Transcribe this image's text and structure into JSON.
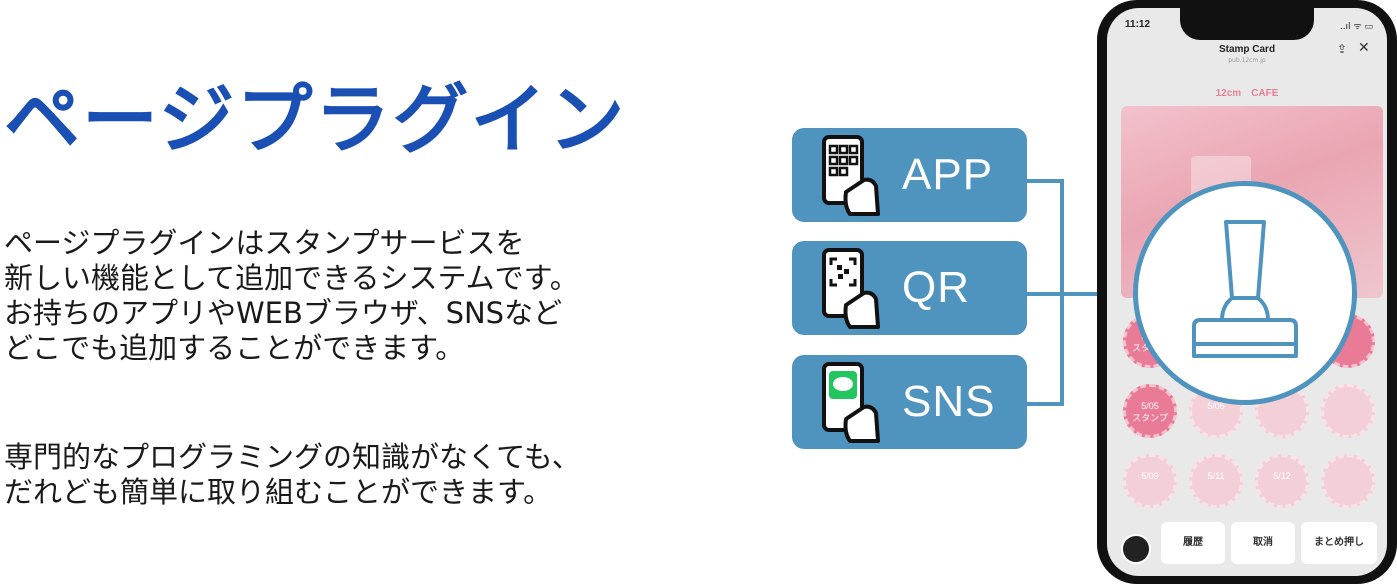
{
  "heading": "ページプラグイン",
  "description": {
    "paragraph1": [
      "ページプラグインはスタンプサービスを",
      "新しい機能として追加できるシステムです。",
      "お持ちのアプリやWEBブラウザ、SNSなど",
      "どこでも追加することができます。"
    ],
    "paragraph2": [
      "専門的なプログラミングの知識がなくても、",
      "だれども簡単に取り組むことができます。"
    ]
  },
  "channels": [
    {
      "label": "APP",
      "icon": "app-grid-phone-icon"
    },
    {
      "label": "QR",
      "icon": "qr-phone-icon"
    },
    {
      "label": "SNS",
      "icon": "chat-phone-icon"
    }
  ],
  "phone": {
    "time": "11:12",
    "status_icons": "..ıl ᯤ ▭",
    "title": "Stamp Card",
    "url": "pub.12cm.jp",
    "shop_name": "12cm　CAFE",
    "stamps": [
      {
        "date": "5/05",
        "text": "スタンプ",
        "state": "stamped"
      },
      {
        "date": "",
        "text": "",
        "state": "empty"
      },
      {
        "date": "",
        "text": "",
        "state": "empty"
      },
      {
        "date": "",
        "text": "",
        "state": "stamped"
      },
      {
        "date": "5/05",
        "text": "スタンプ",
        "state": "stamped"
      },
      {
        "date": "5/05",
        "text": "",
        "state": "empty"
      },
      {
        "date": "",
        "text": "",
        "state": "empty"
      },
      {
        "date": "",
        "text": "",
        "state": "empty"
      },
      {
        "date": "5/09",
        "text": "",
        "state": "empty"
      },
      {
        "date": "5/11",
        "text": "",
        "state": "empty"
      },
      {
        "date": "5/12",
        "text": "",
        "state": "empty"
      },
      {
        "date": "",
        "text": "",
        "state": "empty"
      }
    ],
    "buttons": [
      "履歴",
      "取消",
      "まとめ押し"
    ]
  },
  "magnifier_icon": "stamp-icon",
  "colors": {
    "heading": "#1a4fb3",
    "card": "#4f93bf",
    "accent_pink": "#e87f97"
  }
}
